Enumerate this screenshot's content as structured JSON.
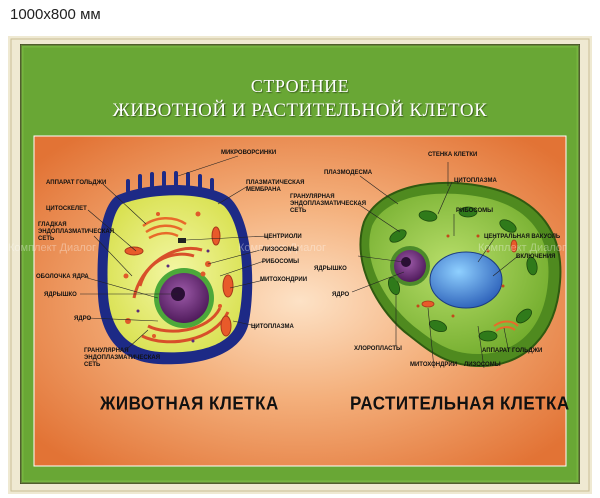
{
  "size_label": "1000x800 мм",
  "title": {
    "line1": "СТРОЕНИЕ",
    "line2": "ЖИВОТНОЙ И РАСТИТЕЛЬНОЙ КЛЕТОК"
  },
  "animal": {
    "caption": "ЖИВОТНАЯ КЛЕТКА",
    "labels": {
      "microvilli": "МИКРОВОРСИНКИ",
      "golgi": "АППАРАТ ГОЛЬДЖИ",
      "membrane": "ПЛАЗМАТИЧЕСКАЯ\nМЕМБРАНА",
      "cytoskeleton": "ЦИТОСКЕЛЕТ",
      "smooth_er": "ГЛАДКАЯ\nЭНДОПЛАЗМАТИЧЕСКАЯ\nСЕТЬ",
      "centrioles": "ЦЕНТРИОЛИ",
      "lysosomes": "ЛИЗОСОМЫ",
      "ribosomes": "РИБОСОМЫ",
      "nuclear_envelope": "ОБОЛОЧКА ЯДРА",
      "mitochondria": "МИТОХОНДРИИ",
      "nucleolus": "ЯДРЫШКО",
      "nucleus": "ЯДРО",
      "cytoplasm": "ЦИТОПЛАЗМА",
      "rough_er": "ГРАНУЛЯРНАЯ\nЭНДОПЛАЗМАТИЧЕСКАЯ\nСЕТЬ"
    }
  },
  "plant": {
    "caption": "РАСТИТЕЛЬНАЯ КЛЕТКА",
    "labels": {
      "cell_wall": "СТЕНКА КЛЕТКИ",
      "plasmodesma": "ПЛАЗМОДЕСМА",
      "cytoplasm": "ЦИТОПЛАЗМА",
      "rough_er": "ГРАНУЛЯРНАЯ\nЭНДОПЛАЗМАТИЧЕСКАЯ\nСЕТЬ",
      "ribosomes": "РИБОСОМЫ",
      "vacuole": "ЦЕНТРАЛЬНАЯ ВАКУОЛЬ",
      "inclusions": "ВКЛЮЧЕНИЯ",
      "nucleolus": "ЯДРЫШКО",
      "nucleus": "ЯДРО",
      "chloroplasts": "ХЛОРОПЛАСТЫ",
      "golgi": "АППАРАТ ГОЛЬДЖИ",
      "mitochondria": "МИТОХОНДРИИ",
      "lysosomes": "ЛИЗОСОМЫ"
    }
  },
  "watermark": "Комплект Диалог",
  "colors": {
    "frame_cream": "#efe9d2",
    "green_panel": "#69a735",
    "orange_panel": "#ea8a50",
    "animal_membrane": "#1d2a86",
    "animal_cytoplasm": "#e8ed72",
    "plant_wall": "#4f8a1f",
    "plant_cytoplasm": "#9bcc4b",
    "vacuole": "#3c7fcf",
    "nucleus": "#6d2a78"
  }
}
